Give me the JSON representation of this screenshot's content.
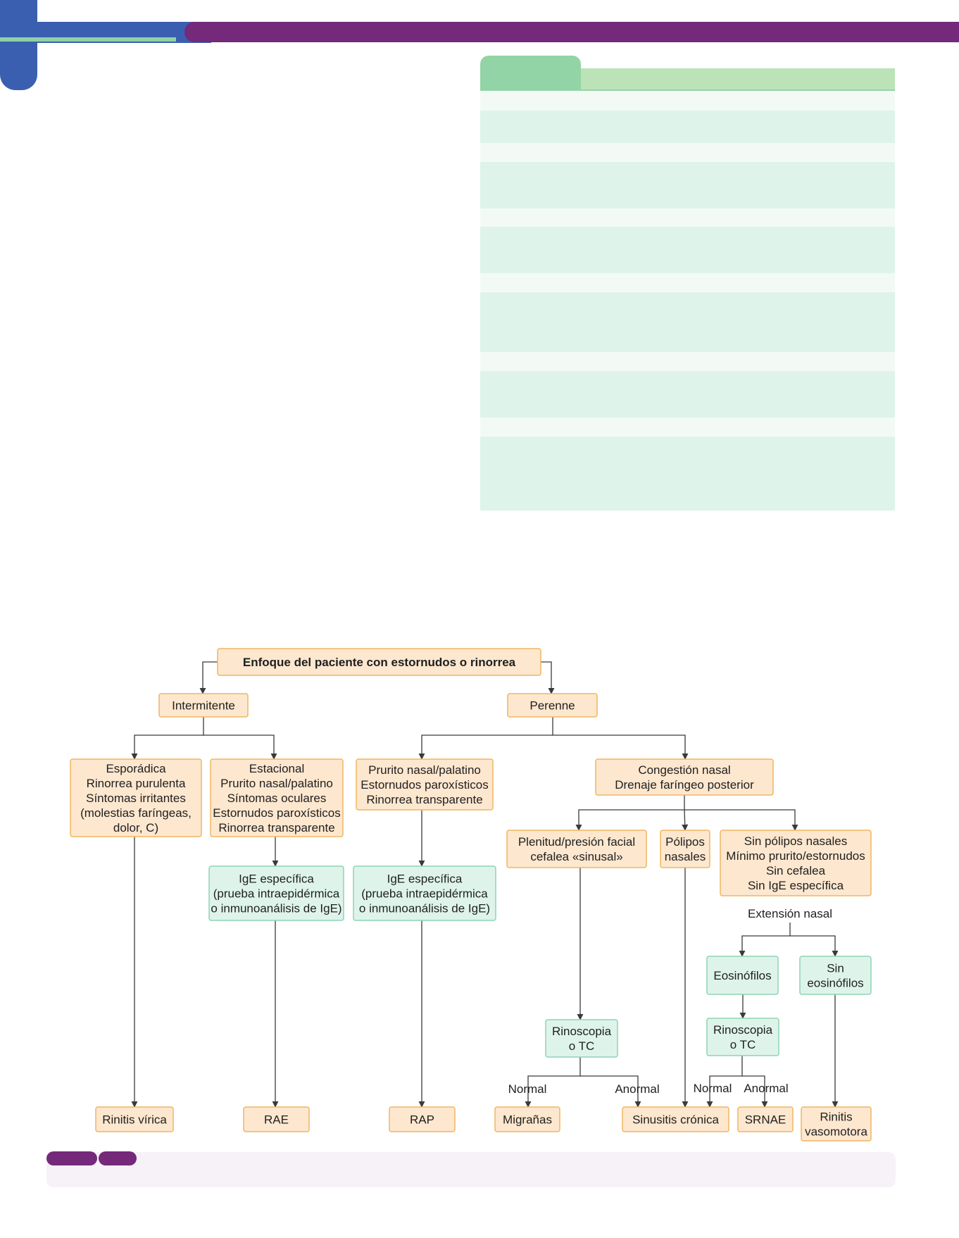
{
  "colors": {
    "header_blue": "#3b5fb0",
    "header_purple": "#74297a",
    "header_green": "#8fd0a6",
    "box_orange_fill": "#fde7cf",
    "box_orange_stroke": "#f0b561",
    "box_green_fill": "#def4eb",
    "box_green_stroke": "#8fd3b5"
  },
  "diagram": {
    "nodes": {
      "root": [
        "Enfoque del paciente con estornudos o rinorrea"
      ],
      "intermitente": [
        "Intermitente"
      ],
      "perenne": [
        "Perenne"
      ],
      "esporadica": [
        "Esporádica",
        "Rinorrea purulenta",
        "Síntomas irritantes",
        "(molestias faríngeas,",
        "dolor, C)"
      ],
      "estacional": [
        "Estacional",
        "Prurito nasal/palatino",
        "Síntomas oculares",
        "Estornudos paroxísticos",
        "Rinorrea transparente"
      ],
      "prurito": [
        "Prurito nasal/palatino",
        "Estornudos paroxísticos",
        "Rinorrea transparente"
      ],
      "congestion": [
        "Congestión nasal",
        "Drenaje faríngeo posterior"
      ],
      "ige1": [
        "IgE específica",
        "(prueba intraepidérmica",
        "o inmunoanálisis de IgE)"
      ],
      "ige2": [
        "IgE específica",
        "(prueba intraepidérmica",
        "o inmunoanálisis de IgE)"
      ],
      "plenitud": [
        "Plenitud/presión facial",
        "cefalea «sinusal»"
      ],
      "polipos": [
        "Pólipos",
        "nasales"
      ],
      "sinpolipos": [
        "Sin pólipos nasales",
        "Mínimo prurito/estornudos",
        "Sin cefalea",
        "Sin IgE específica"
      ],
      "eosinofilos": [
        "Eosinófilos"
      ],
      "sineos": [
        "Sin",
        "eosinófilos"
      ],
      "rino1": [
        "Rinoscopia",
        "o TC"
      ],
      "rino2": [
        "Rinoscopia",
        "o TC"
      ],
      "rinitis_virica": [
        "Rinitis vírica"
      ],
      "rae": [
        "RAE"
      ],
      "rap": [
        "RAP"
      ],
      "migranas": [
        "Migrañas"
      ],
      "sinusitis": [
        "Sinusitis crónica"
      ],
      "srnae": [
        "SRNAE"
      ],
      "vasomotora": [
        "Rinitis",
        "vasomotora"
      ]
    },
    "labels": {
      "extension": "Extensión nasal",
      "normal1": "Normal",
      "anormal1": "Anormal",
      "normal2": "Normal",
      "anormal2": "Anormal"
    }
  }
}
